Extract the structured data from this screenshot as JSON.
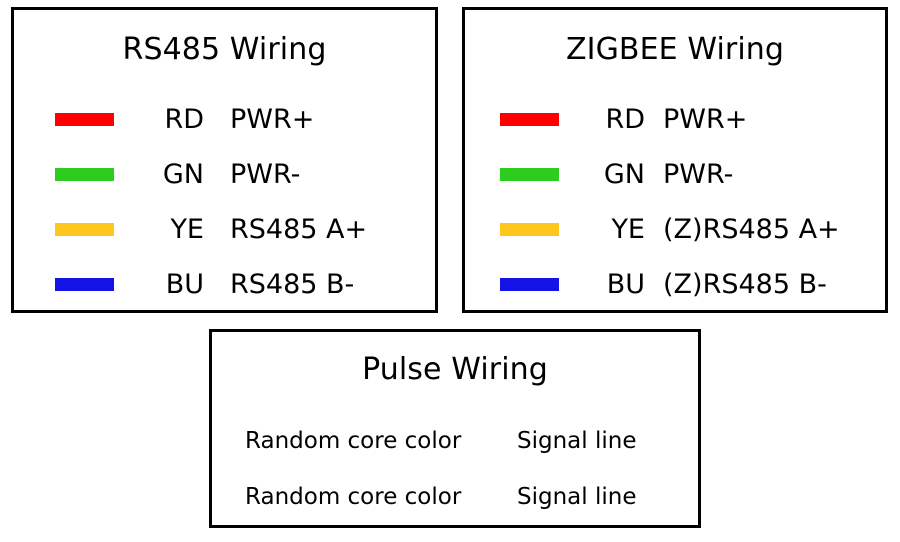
{
  "colors": {
    "red": "#ff0000",
    "green": "#2ecc1e",
    "yellow": "#ffc61e",
    "blue": "#1414e6",
    "border": "#000000",
    "background": "#ffffff",
    "text": "#000000"
  },
  "panels": {
    "rs485": {
      "title": "RS485 Wiring",
      "rows": [
        {
          "swatch": "red",
          "code": "RD",
          "desc": "PWR+"
        },
        {
          "swatch": "green",
          "code": "GN",
          "desc": "PWR-"
        },
        {
          "swatch": "yellow",
          "code": "YE",
          "desc": "RS485 A+"
        },
        {
          "swatch": "blue",
          "code": "BU",
          "desc": "RS485 B-"
        }
      ]
    },
    "zigbee": {
      "title": "ZIGBEE Wiring",
      "rows": [
        {
          "swatch": "red",
          "code": "RD",
          "desc": "PWR+"
        },
        {
          "swatch": "green",
          "code": "GN",
          "desc": "PWR-"
        },
        {
          "swatch": "yellow",
          "code": "YE",
          "desc": "(Z)RS485 A+"
        },
        {
          "swatch": "blue",
          "code": "BU",
          "desc": "(Z)RS485 B-"
        }
      ]
    },
    "pulse": {
      "title": "Pulse Wiring",
      "rows": [
        {
          "core": "Random core color",
          "signal": "Signal line"
        },
        {
          "core": "Random core color",
          "signal": "Signal line"
        }
      ]
    }
  }
}
